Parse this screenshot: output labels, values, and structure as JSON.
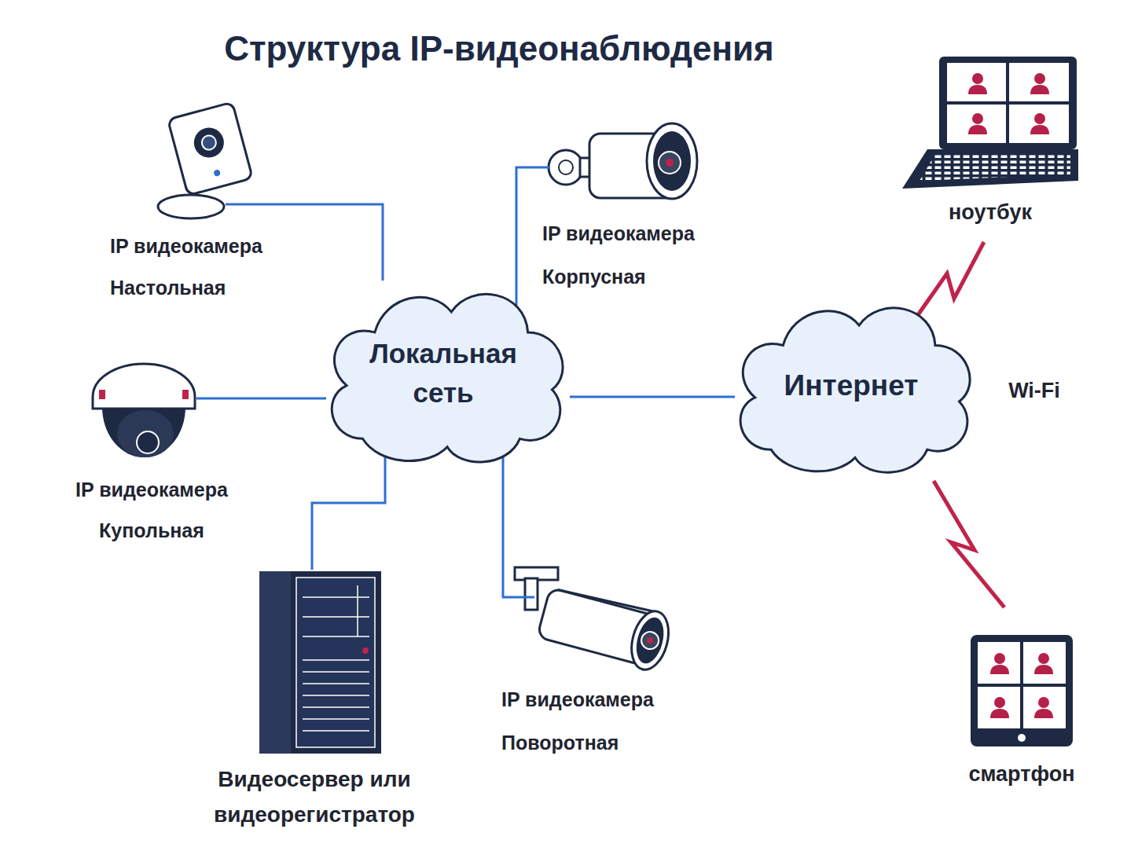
{
  "diagram": {
    "title": "Структура IP-видеонаблюдения",
    "nodes": [
      {
        "text": [
          "IP видеокамера Настольная"
        ]
      },
      {
        "text": [
          "IP видеокамера Корпусная"
        ]
      },
      {
        "text": [
          "ноутбук"
        ]
      },
      {
        "text": [
          "Локальная сеть"
        ]
      },
      {
        "text": [
          "Интернет"
        ]
      },
      {
        "text": [
          "IP видеокамера Купольная"
        ]
      },
      {
        "text": [
          "Видеосервер или видеорегистратор"
        ]
      },
      {
        "text": [
          "IP видеокамера Поворотная"
        ]
      },
      {
        "text": [
          "смартфон"
        ]
      }
    ],
    "edges": [
      {
        "from": 0,
        "to": 3,
        "arrow": "none"
      },
      {
        "from": 1,
        "to": 3,
        "arrow": "none"
      },
      {
        "from": 5,
        "to": 3,
        "arrow": "none"
      },
      {
        "from": 6,
        "to": 3,
        "arrow": "none"
      },
      {
        "from": 7,
        "to": 3,
        "arrow": "none"
      },
      {
        "from": 3,
        "to": 4,
        "arrow": "none"
      },
      {
        "from": 4,
        "to": 2,
        "arrow": "none"
      },
      {
        "from": 4,
        "to": 8,
        "arrow": "none"
      }
    ],
    "labels": [
      "Wi-Fi"
    ]
  }
}
